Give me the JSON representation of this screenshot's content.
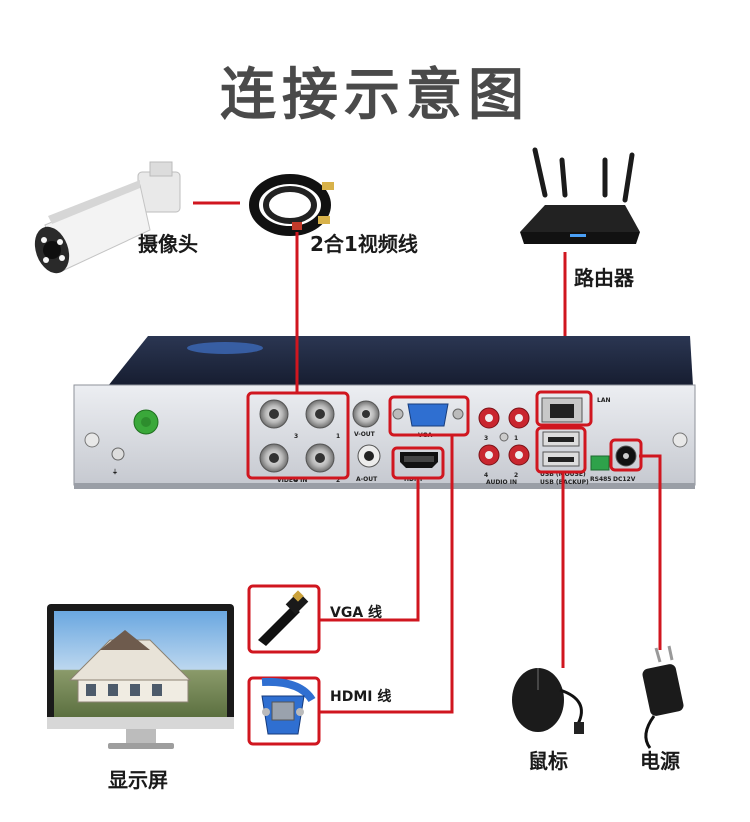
{
  "title": "连接示意图",
  "labels": {
    "camera": "摄像头",
    "cable": "2合1视频线",
    "router": "路由器",
    "vga_cable": "VGA 线",
    "hdmi_cable": "HDMI 线",
    "monitor": "显示屏",
    "mouse": "鼠标",
    "power": "电源"
  },
  "panel": {
    "video_in": "VIDEO IN",
    "v_out": "V-OUT",
    "vga": "VGA",
    "a_out": "A-OUT",
    "hdmi": "HDMI",
    "audio_in": "AUDIO IN",
    "lan": "LAN",
    "rs485": "RS485",
    "dc12v": "DC12V",
    "usb_mouse": "USB (MOUSE)",
    "usb_backup": "USB (BACKUP)",
    "bnc_numbers": [
      "3",
      "1",
      "4",
      "2"
    ],
    "audio_numbers": [
      "3",
      "1",
      "4",
      "2"
    ]
  },
  "colors": {
    "accent_red": "#d0161f",
    "title_gray": "#4a4a4a",
    "chassis_dark": "#1f2a44",
    "panel_silver": "#d9dbe0"
  }
}
